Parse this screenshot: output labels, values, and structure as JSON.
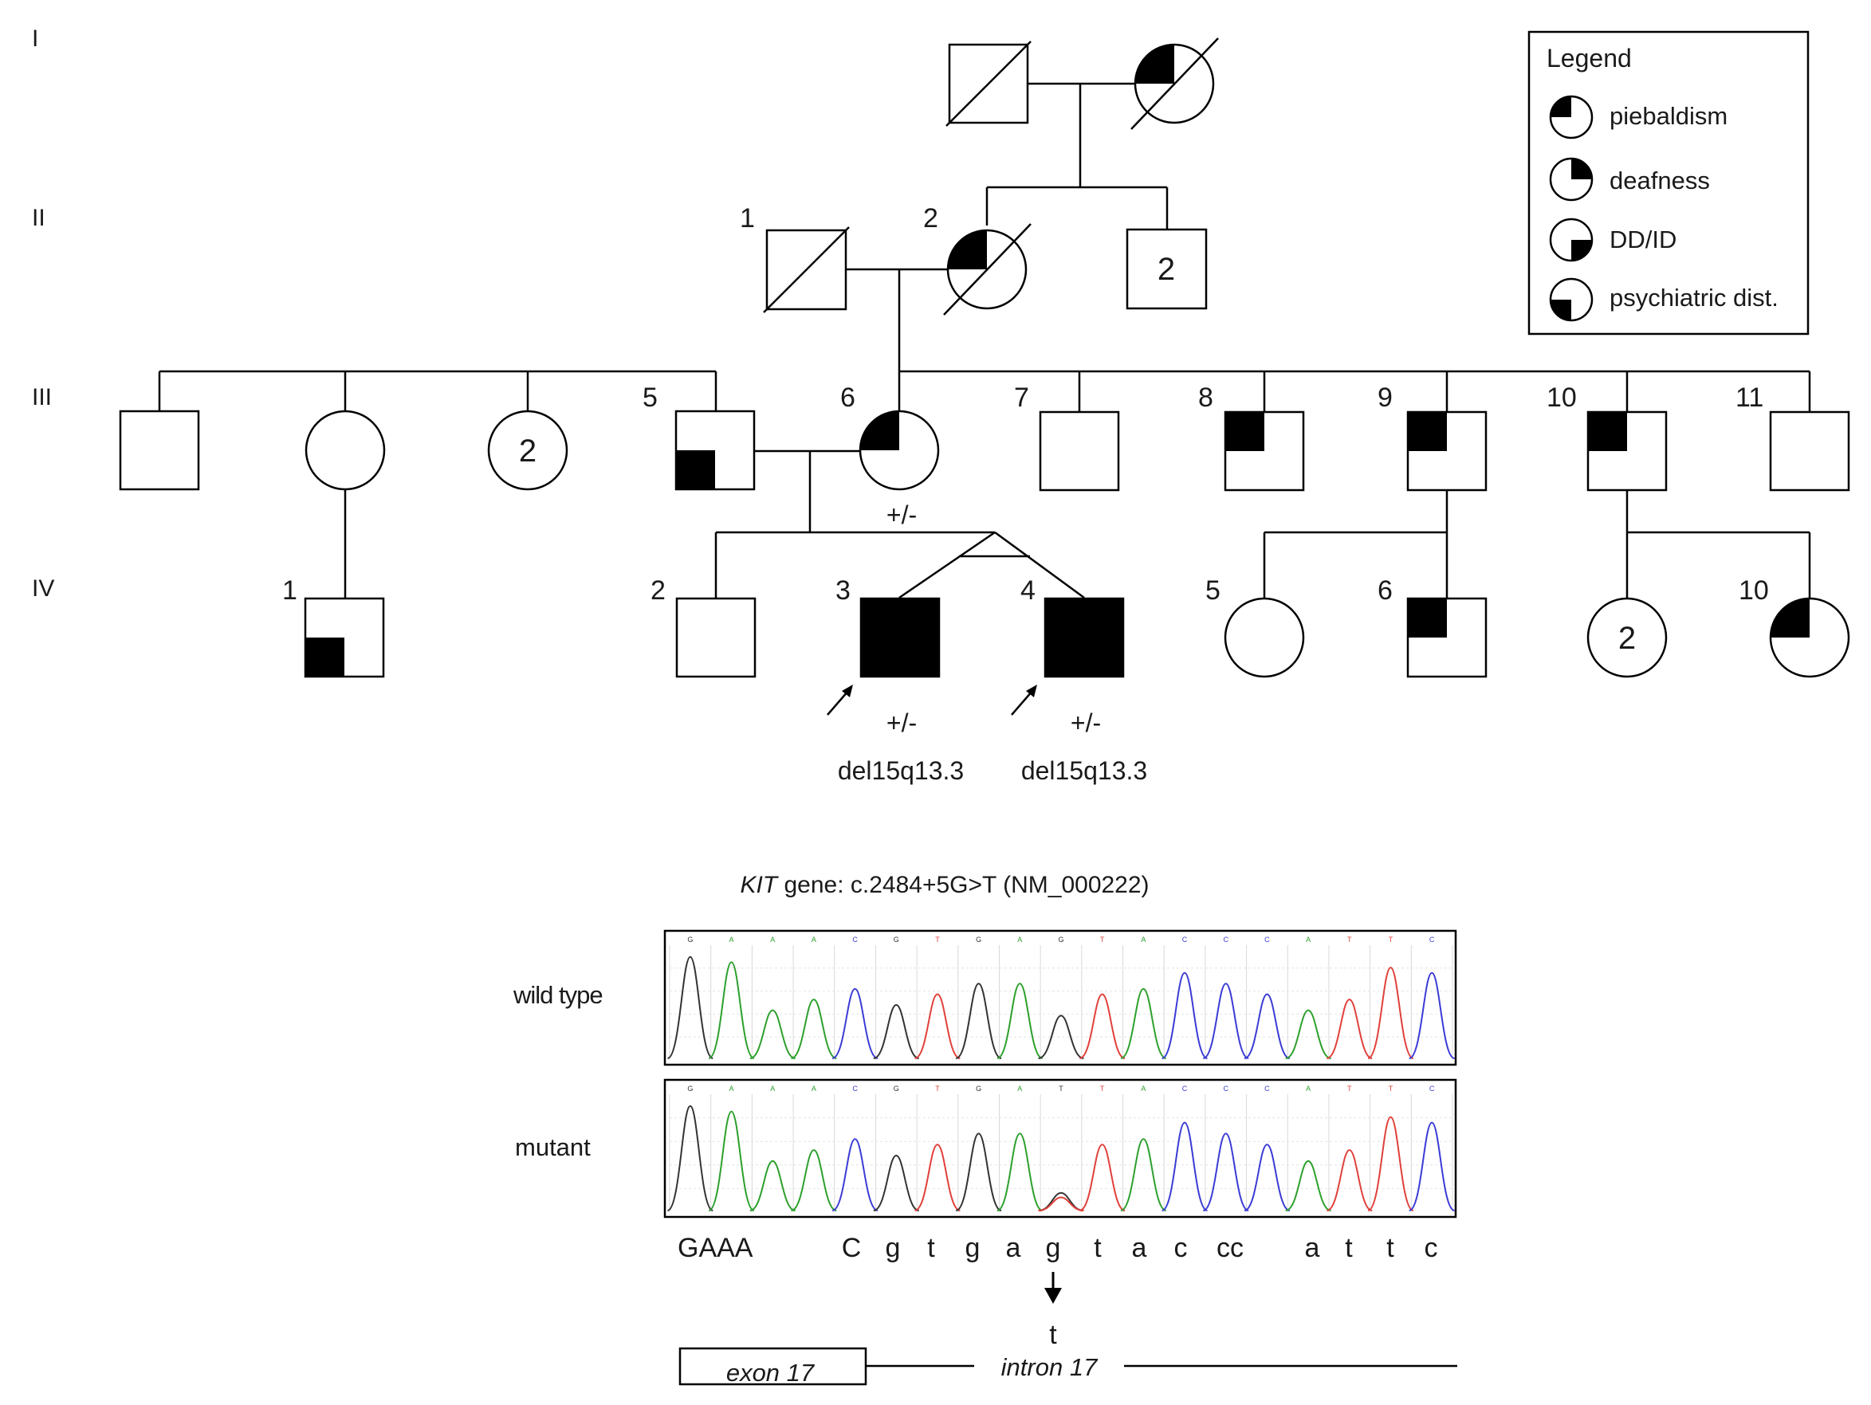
{
  "generations": [
    "I",
    "II",
    "III",
    "IV"
  ],
  "legend": {
    "title": "Legend",
    "items": [
      {
        "quadrant": "top-left",
        "label": "piebaldism"
      },
      {
        "quadrant": "top-right",
        "label": "deafness"
      },
      {
        "quadrant": "bottom-right",
        "label": "DD/ID"
      },
      {
        "quadrant": "bottom-left",
        "label": "psychiatric dist."
      }
    ]
  },
  "individuals": {
    "II-1": "1",
    "II-2": "2",
    "II-3_count": "2",
    "III-3_count": "2",
    "III-5": "5",
    "III-6": "6",
    "III-7": "7",
    "III-8": "8",
    "III-9": "9",
    "III-10": "10",
    "III-11": "11",
    "IV-1": "1",
    "IV-2": "2",
    "IV-3": "3",
    "IV-4": "4",
    "IV-5": "5",
    "IV-6": "6",
    "IV-9_count": "2",
    "IV-10": "10"
  },
  "genotypes": {
    "III-6": "+/-",
    "IV-3": "+/-",
    "IV-4": "+/-",
    "IV-3_cnv": "del15q13.3",
    "IV-4_cnv": "del15q13.3"
  },
  "sequencing": {
    "gene": "KIT",
    "title_rest": " gene: c.2484+5G>T (NM_000222)",
    "wildtype_label": "wild type",
    "mutant_label": "mutant",
    "sequence": [
      "GAAA",
      "C",
      "g",
      "t",
      "g",
      "a",
      "g",
      "t",
      "a",
      "c",
      "cc",
      "a",
      "t",
      "t",
      "c"
    ],
    "mutation_base": "t",
    "exon_label": "exon 17",
    "intron_label": "intron 17",
    "bases": [
      "G",
      "A",
      "A",
      "A",
      "C",
      "G",
      "T",
      "G",
      "A",
      "G",
      "T",
      "A",
      "C",
      "C",
      "C",
      "A",
      "T",
      "T",
      "C"
    ],
    "mutant_index": 9,
    "colors": {
      "G": "#333333",
      "A": "#2ca02c",
      "C": "#3b3bd6",
      "T": "#e0403a"
    }
  }
}
